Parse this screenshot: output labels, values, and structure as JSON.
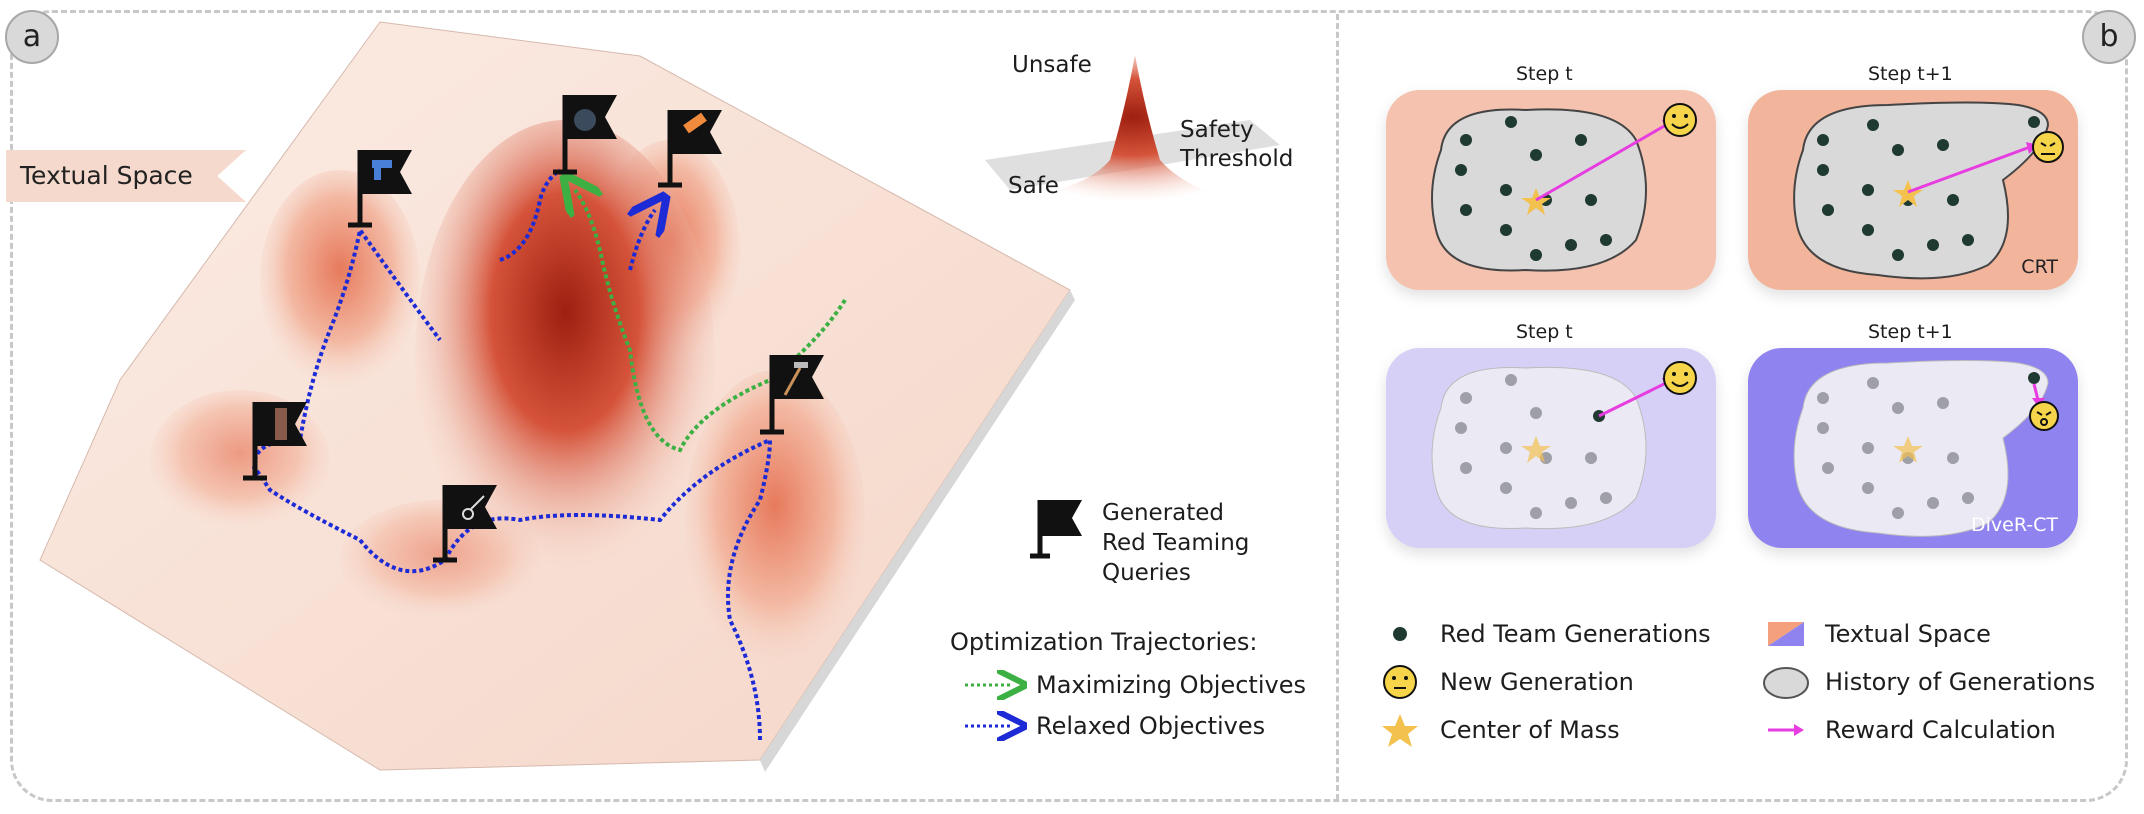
{
  "panels": {
    "left_badge": "a",
    "right_badge": "b"
  },
  "left": {
    "textual_space": "Textual Space",
    "inset": {
      "unsafe": "Unsafe",
      "safety_threshold_line1": "Safety",
      "safety_threshold_line2": "Threshold",
      "safe": "Safe"
    },
    "flag_legend": {
      "line1": "Generated",
      "line2": "Red Teaming",
      "line3": "Queries"
    },
    "trajectories": {
      "title": "Optimization Trajectories:",
      "maximizing": "Maximizing Objectives",
      "relaxed": "Relaxed Objectives"
    },
    "colors": {
      "maximizing": "#3cb043",
      "relaxed": "#1d2bd6",
      "terrain": "#c0392b"
    }
  },
  "right": {
    "boxes": [
      {
        "step": "Step t",
        "tag": ""
      },
      {
        "step": "Step t+1",
        "tag": "CRT"
      },
      {
        "step": "Step t",
        "tag": ""
      },
      {
        "step": "Step t+1",
        "tag": "DiveR-CT"
      }
    ],
    "legend": {
      "red_team": "Red Team Generations",
      "new_generation": "New Generation",
      "center_of_mass": "Center of Mass",
      "textual_space": "Textual Space",
      "history": "History of Generations",
      "reward": "Reward Calculation"
    },
    "colors": {
      "reward_arrow": "#e63ce0",
      "crt_bg": "#f2b49a",
      "diver_bg": "#cfc8f7",
      "dot": "#1f3a30"
    }
  }
}
